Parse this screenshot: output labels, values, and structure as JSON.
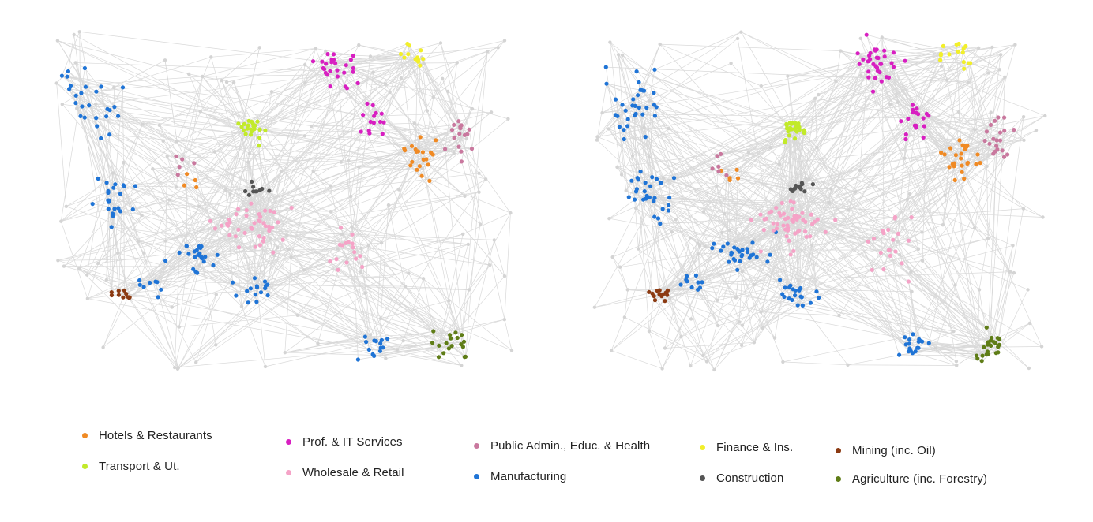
{
  "colors": {
    "edge": "#d9d9d9",
    "background_node": "#d4d4d4"
  },
  "panels": [
    {
      "id": "left-network",
      "layout_seed": 11
    },
    {
      "id": "right-network",
      "layout_seed": 37
    }
  ],
  "legend": {
    "items": [
      {
        "label": "Hotels & Restaurants",
        "color": "#f08a24"
      },
      {
        "label": "Transport & Ut.",
        "color": "#c2ea2a"
      },
      {
        "label": "Prof. & IT Services",
        "color": "#d81fc1"
      },
      {
        "label": "Wholesale & Retail",
        "color": "#f5a3c7"
      },
      {
        "label": "Public Admin., Educ. & Health",
        "color": "#c9789e"
      },
      {
        "label": "Manufacturing",
        "color": "#1f74d6"
      },
      {
        "label": "Finance & Ins.",
        "color": "#f2ef2a"
      },
      {
        "label": "Construction",
        "color": "#555555"
      },
      {
        "label": "Mining (inc. Oil)",
        "color": "#8b3a12"
      },
      {
        "label": "Agriculture (inc. Forestry)",
        "color": "#5f7d17"
      }
    ]
  }
}
